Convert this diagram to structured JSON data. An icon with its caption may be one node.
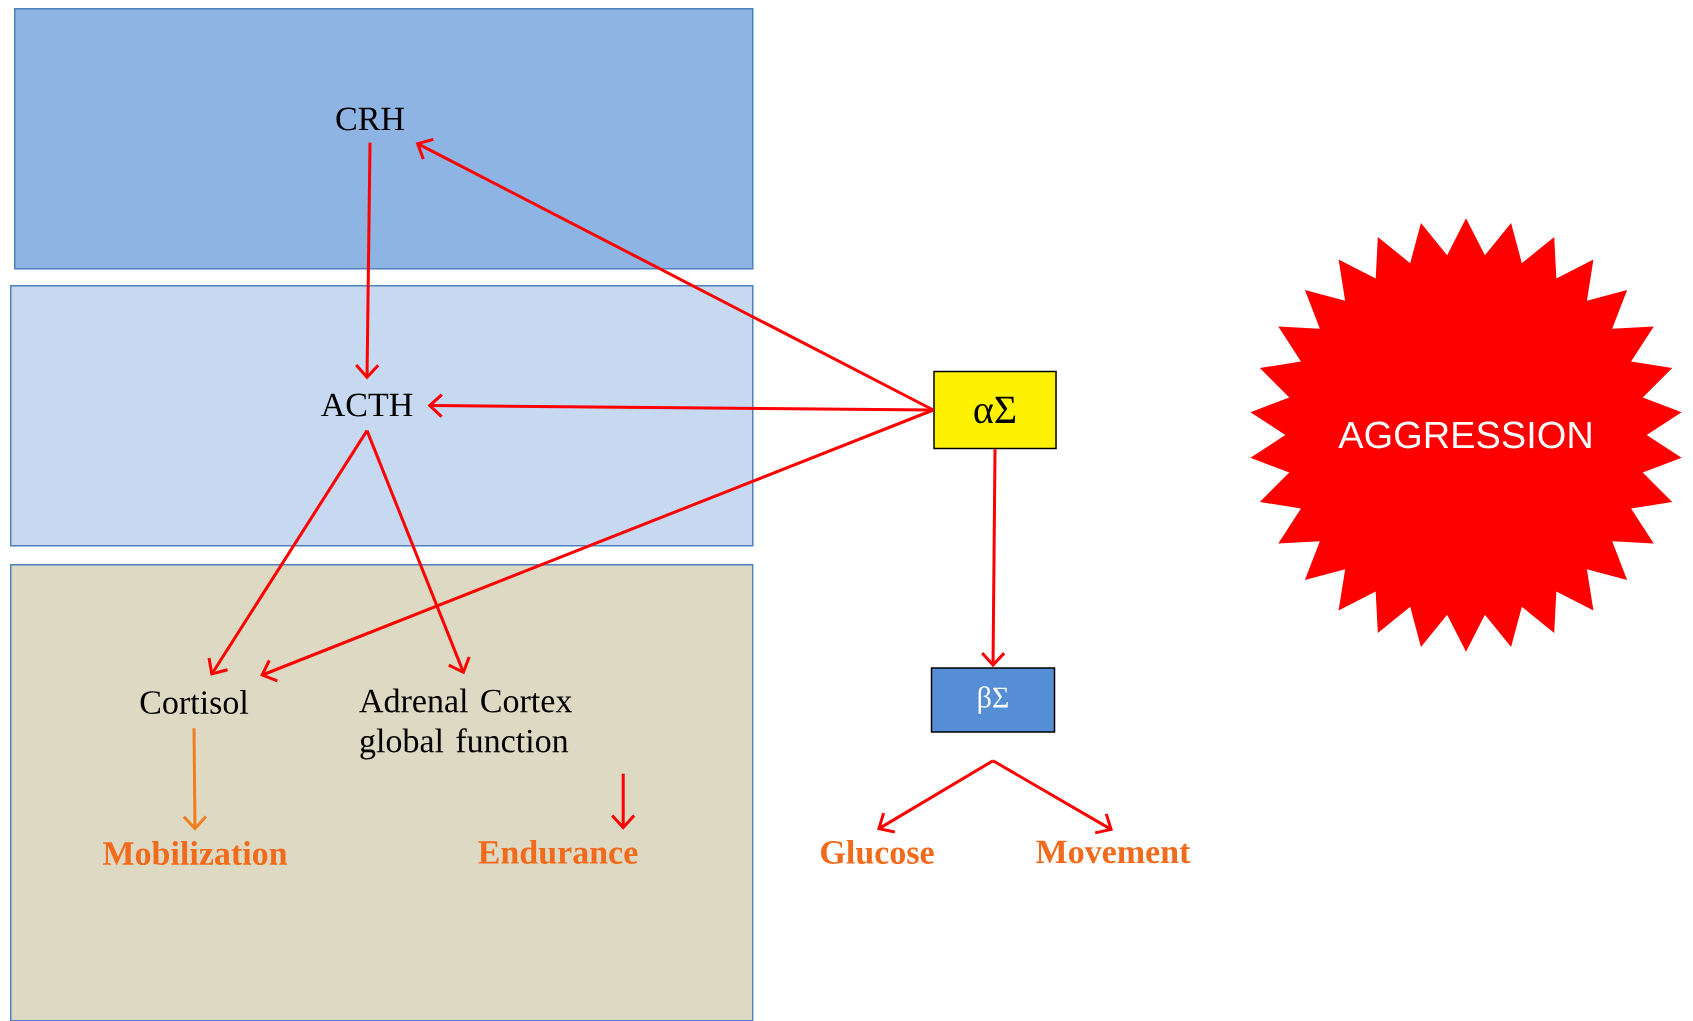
{
  "diagram": {
    "nodes": [
      {
        "text": [],
        "shape": "box"
      },
      {
        "text": [
          "CRH"
        ],
        "in": 0
      },
      {
        "text": [],
        "shape": "box"
      },
      {
        "text": [
          "ACTH"
        ],
        "in": 2
      },
      {
        "text": [],
        "shape": "box"
      },
      {
        "text": [
          "Cortisol"
        ],
        "in": 4
      },
      {
        "text": [
          "Adrenal Cortex global function"
        ],
        "in": 4
      },
      {
        "text": [
          "Mobilization"
        ],
        "in": 4
      },
      {
        "text": [
          "Endurance"
        ],
        "in": 4
      },
      {
        "text": [
          "αΣ"
        ]
      },
      {
        "text": [
          "βΣ"
        ]
      },
      {
        "text": [
          "Glucose"
        ]
      },
      {
        "text": [
          "Movement"
        ]
      },
      {
        "text": [
          "AGGRESSION"
        ]
      }
    ],
    "edges": [
      {
        "from": 1,
        "to": 3,
        "arrow": "to"
      },
      {
        "from": 9,
        "to": 1,
        "arrow": "to"
      },
      {
        "from": 9,
        "to": 3,
        "arrow": "to"
      },
      {
        "from": 9,
        "to": 5,
        "arrow": "to"
      },
      {
        "from": 3,
        "to": 5,
        "arrow": "to"
      },
      {
        "from": 3,
        "to": 6,
        "arrow": "to"
      },
      {
        "from": 5,
        "to": 7,
        "arrow": "to",
        "color": "#f07d1e"
      },
      {
        "from": 6,
        "to": 8,
        "arrow": "to"
      },
      {
        "from": 9,
        "to": 10,
        "arrow": "to"
      },
      {
        "from": 10,
        "to": 11,
        "arrow": "to"
      },
      {
        "from": 10,
        "to": 12,
        "arrow": "to"
      }
    ]
  }
}
